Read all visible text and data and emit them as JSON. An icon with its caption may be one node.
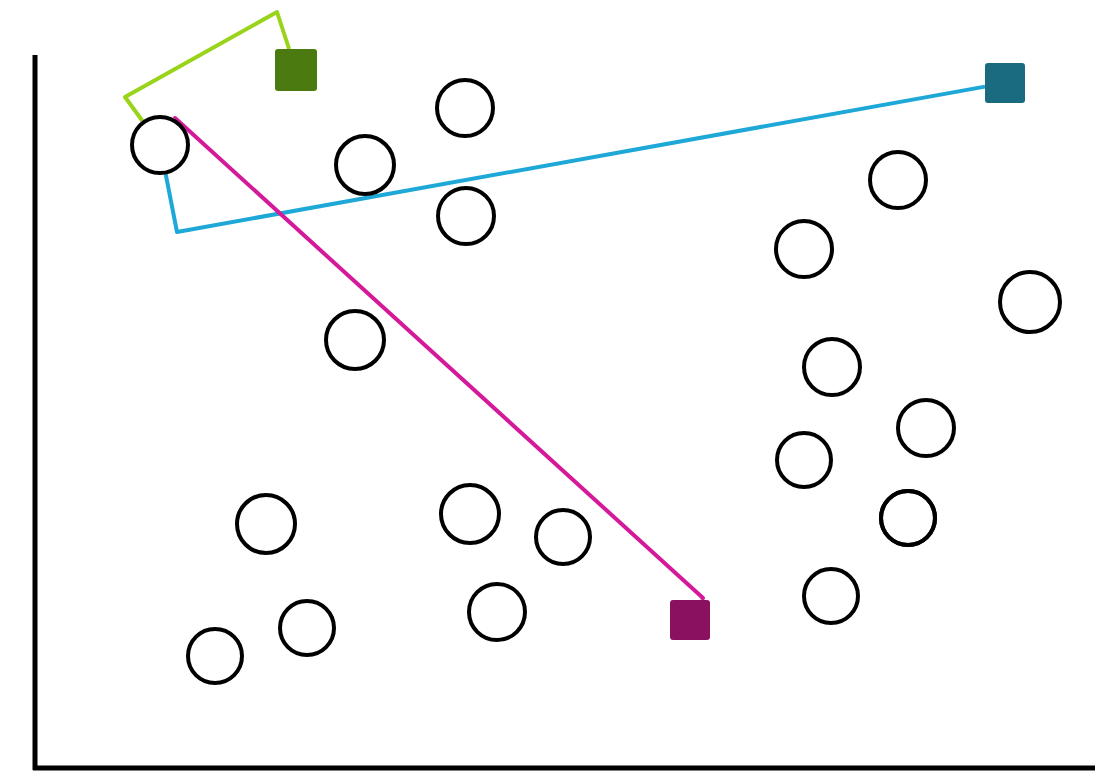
{
  "diagram": {
    "nodes": [
      {
        "text": [],
        "shape": "circle"
      },
      {
        "text": [],
        "shape": "box"
      },
      {
        "text": [],
        "shape": "box"
      },
      {
        "text": [],
        "shape": "circle"
      },
      {
        "text": [],
        "shape": "circle"
      },
      {
        "text": [],
        "shape": "circle"
      },
      {
        "text": [],
        "shape": "circle"
      },
      {
        "text": [],
        "shape": "circle"
      },
      {
        "text": [],
        "shape": "circle"
      },
      {
        "text": [],
        "shape": "circle"
      },
      {
        "text": [],
        "shape": "circle"
      },
      {
        "text": [],
        "shape": "circle"
      },
      {
        "text": [],
        "shape": "circle"
      },
      {
        "text": [],
        "shape": "circle"
      },
      {
        "text": [],
        "shape": "circle"
      },
      {
        "text": [],
        "shape": "circle"
      },
      {
        "text": [],
        "shape": "circle"
      },
      {
        "text": [],
        "shape": "circle"
      },
      {
        "text": [],
        "shape": "circle"
      },
      {
        "text": [],
        "shape": "circle"
      },
      {
        "text": [],
        "shape": "box"
      },
      {
        "text": [],
        "shape": "circle"
      },
      {
        "text": [],
        "shape": "circle"
      }
    ],
    "edges": [
      {
        "from": 3,
        "to": 1,
        "arrow": "none",
        "color": "#9ad41a"
      },
      {
        "from": 3,
        "to": 2,
        "arrow": "none",
        "color": "#1ea8d8"
      },
      {
        "from": 3,
        "to": 20,
        "arrow": "none",
        "color": "#d41a9a"
      }
    ]
  }
}
